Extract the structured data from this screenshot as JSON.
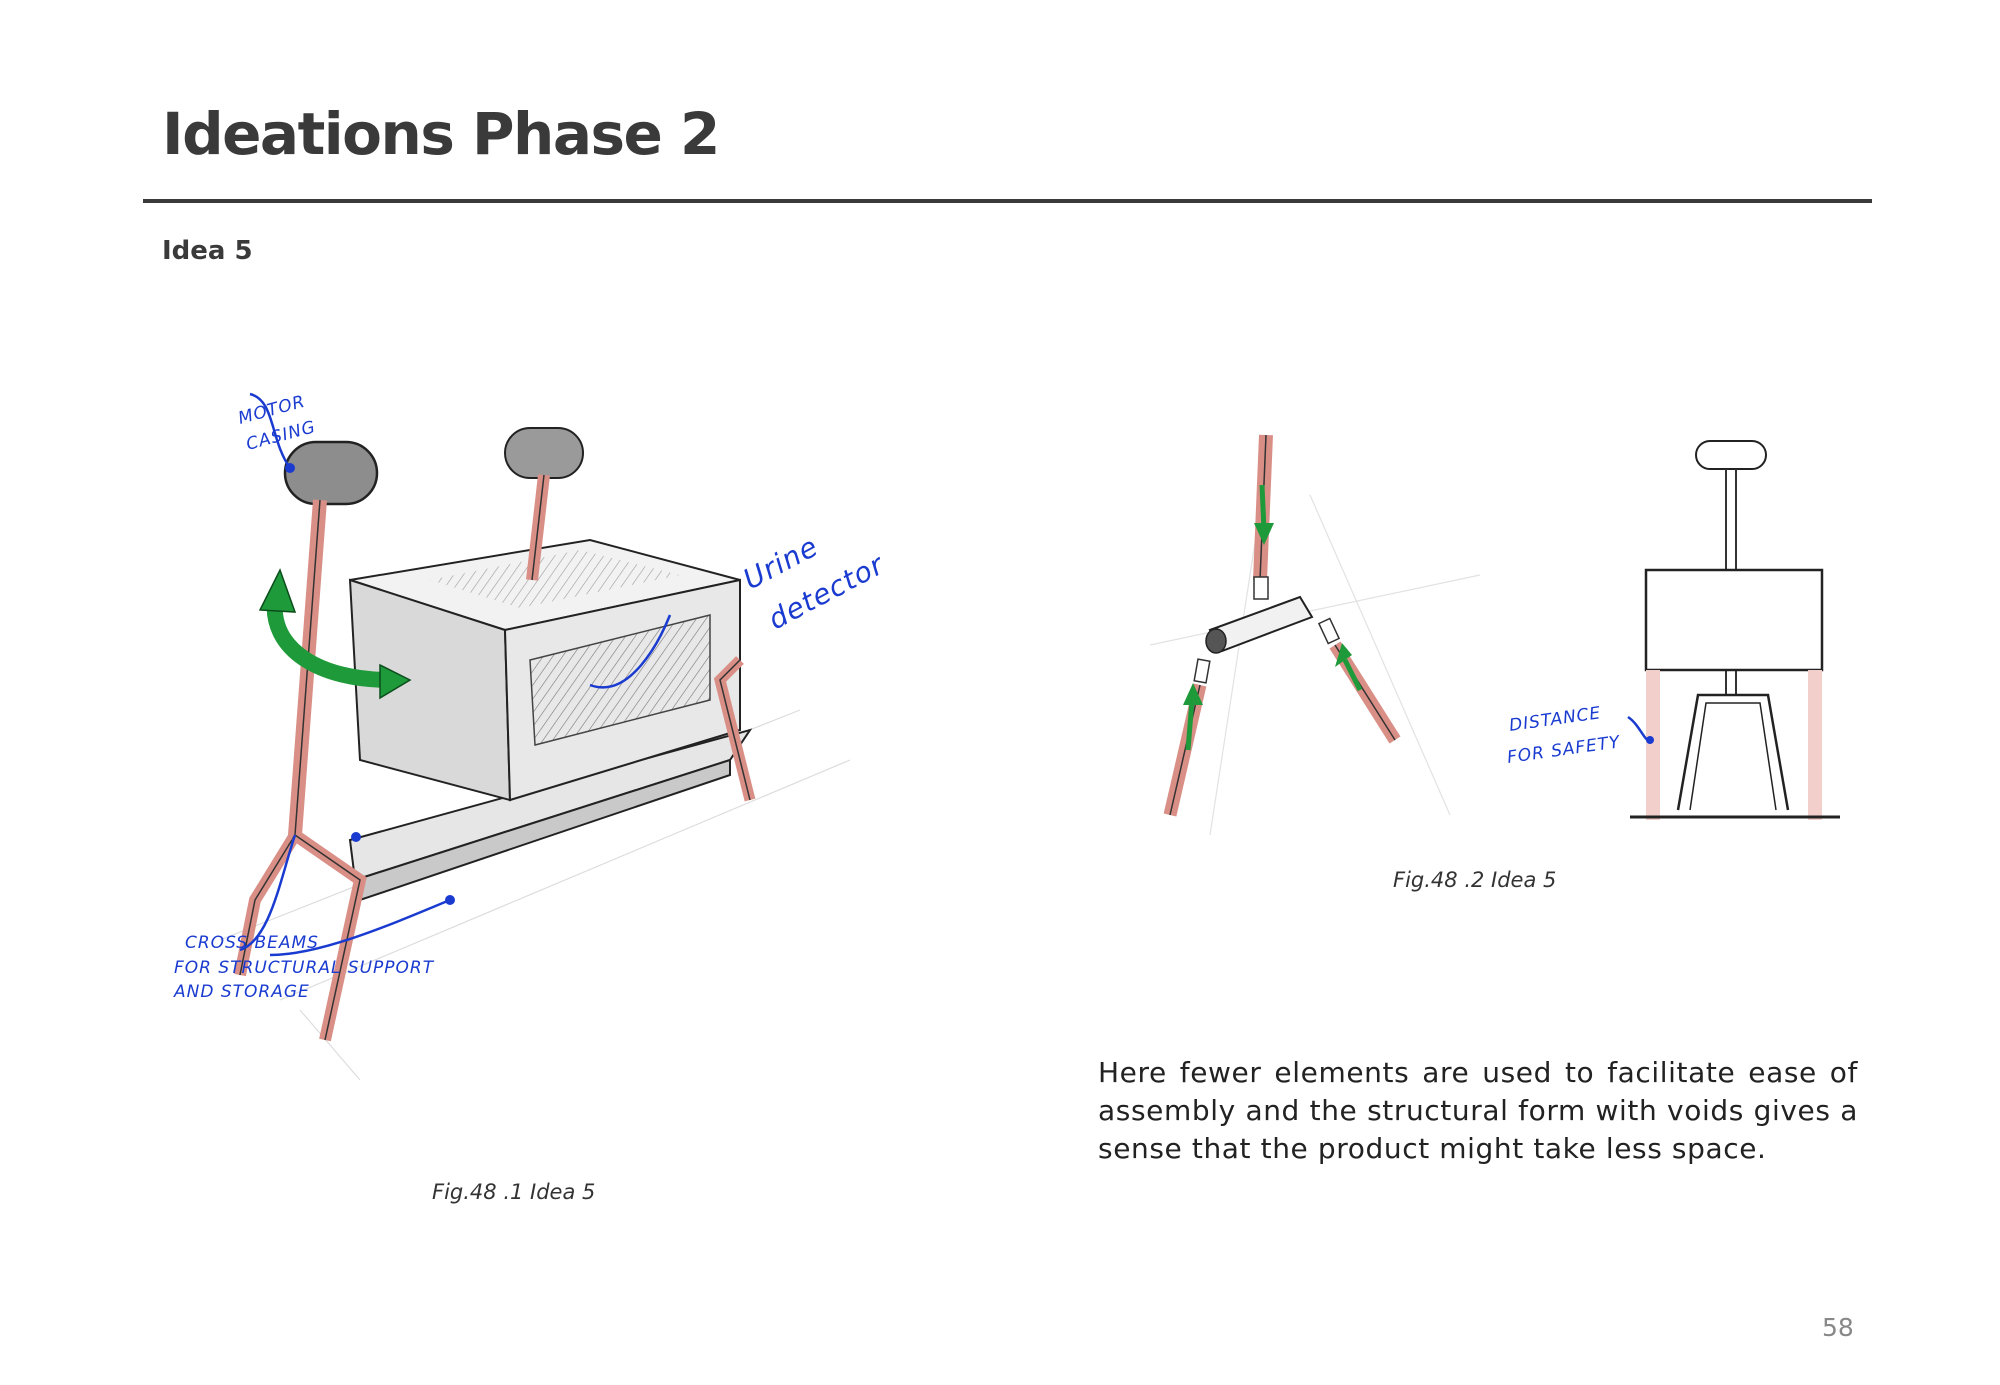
{
  "page": {
    "title": "Ideations Phase 2",
    "subtitle": "Idea 5",
    "page_number": "58"
  },
  "figure_1": {
    "caption": "Fig.48 .1 Idea 5",
    "annotations": {
      "motor_line1": "MOTOR",
      "motor_line2": "CASING",
      "urine_line1": "Urine",
      "urine_line2": "detector",
      "cross_line1": "CROSS BEAMS",
      "cross_line2": "FOR STRUCTURAL SUPPORT",
      "cross_line3": "AND STORAGE"
    }
  },
  "figure_2": {
    "caption": "Fig.48 .2 Idea 5",
    "annotations": {
      "distance_line1": "DISTANCE",
      "distance_line2": "FOR SAFETY"
    }
  },
  "description": "Here fewer elements are used to facilitate ease of assembly and the structural form with voids gives a sense that the product might take less space.",
  "colors": {
    "leg_pink": "#d98f86",
    "arrow_green": "#1f9a3a",
    "annotation_blue": "#1a3bd0",
    "rule": "#3a3a3a"
  }
}
